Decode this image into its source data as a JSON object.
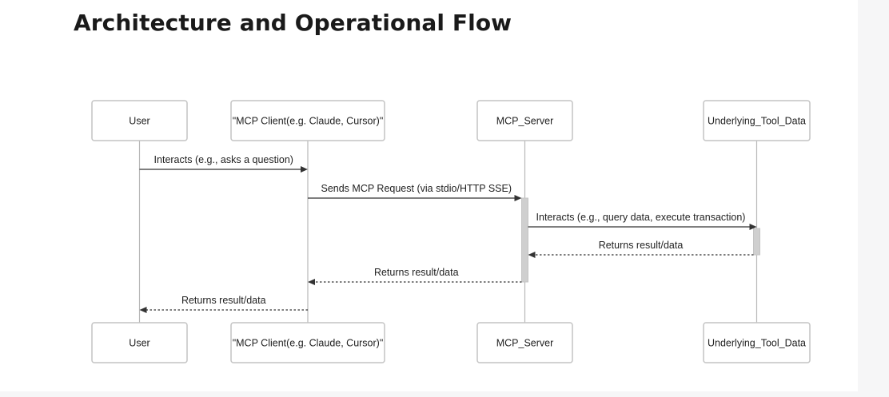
{
  "page": {
    "title": "Architecture and Operational Flow"
  },
  "diagram": {
    "participants": [
      {
        "id": "user",
        "label": "User"
      },
      {
        "id": "client",
        "label": "\"MCP Client(e.g. Claude, Cursor)\""
      },
      {
        "id": "server",
        "label": "MCP_Server"
      },
      {
        "id": "tool",
        "label": "Underlying_Tool_Data"
      }
    ],
    "messages": [
      {
        "from": "user",
        "to": "client",
        "label": "Interacts (e.g., asks a question)",
        "style": "solid"
      },
      {
        "from": "client",
        "to": "server",
        "label": "Sends MCP Request (via stdio/HTTP SSE)",
        "style": "solid"
      },
      {
        "from": "server",
        "to": "tool",
        "label": "Interacts (e.g., query data, execute transaction)",
        "style": "solid"
      },
      {
        "from": "tool",
        "to": "server",
        "label": "Returns result/data",
        "style": "dashed"
      },
      {
        "from": "server",
        "to": "client",
        "label": "Returns result/data",
        "style": "dashed"
      },
      {
        "from": "client",
        "to": "user",
        "label": "Returns result/data",
        "style": "dashed"
      }
    ],
    "colors": {
      "box_border": "#c4c4c4",
      "lifeline": "#b8b8b8",
      "activation": "#cfcfcf",
      "arrow": "#333333",
      "text": "#222222"
    }
  }
}
